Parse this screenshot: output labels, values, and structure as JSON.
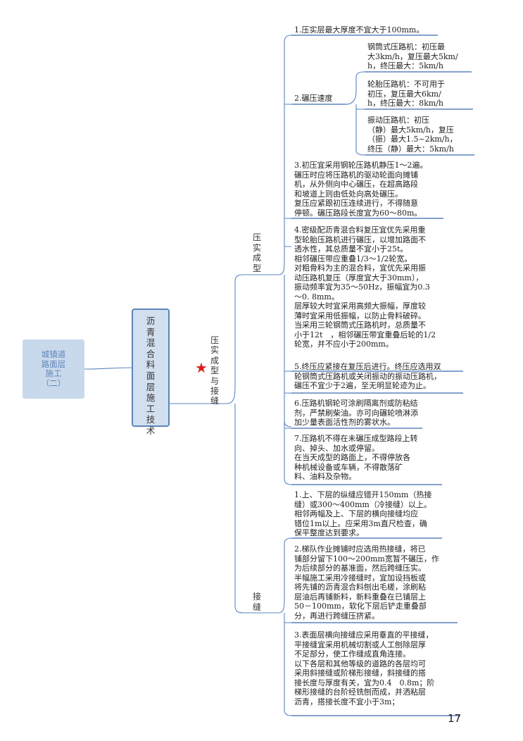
{
  "root": {
    "label": "城镇道\n路面层\n施工\n（二）"
  },
  "main": {
    "label": "沥青混合料面层施工技术"
  },
  "branch": {
    "label": "压实成型与接缝"
  },
  "groups": {
    "compaction": {
      "label": "压实成型"
    },
    "joints": {
      "label": "接缝"
    }
  },
  "nodes": {
    "n1": "1.压实层最大厚度不宜大于100mm。",
    "n2": "2.碾压速度",
    "n2a": "钢筒式压路机：初压最\n大3km/h，复压最大5km/\nh，终压最大：5km/h",
    "n2b": "轮胎压路机：不可用于\n初压，复压最大6km/\nh，终压最大：8km/h",
    "n2c": "振动压路机：初压\n（静）最大5km/h，复压\n（振）最大1.5~2km/h，\n终压（静）最大：5km/h",
    "n3": "3.初压宜采用钢轮压路机静压1～2遍。\n碾压时应将压路机的驱动轮面向摊铺\n机，从外侧向中心碾压，在超高路段\n和坡道上则由低处向高处碾压。\n复压应紧跟初压连续进行，不得随意\n停顿。碾压路段长度宜为60～80m。",
    "n4": "4.密级配沥青混合料复压宜优先采用重\n型轮胎压路机进行碾压，以增加路面不\n透水性，其总质量不宜小于25t。\n相邻碾压带应重叠1/3～1/2轮宽。\n对粗骨料为主的混合料，宜优先采用振\n动压路机复压（厚度宜大于30mm），\n振动频率宜为35～50Hz，振幅宜为0.3\n～0. 8mm。\n层厚较大时宜采用高频大振幅，厚度较\n薄时宜采用低振幅，以防止骨料破碎。\n当采用三轮钢筒式压路机时，总质量不\n小于12t　，相邻碾压带宜重叠后轮的1/2\n轮宽，并不应小于200mm。",
    "n5": "5.终压应紧接在复压后进行。终压应选用双\n轮钢筒式压路机或关闭振动的振动压路机，\n碾压不宜少于2遍，至无明显轮迹为止。",
    "n6": "6.压路机钢轮可涂刷隔离剂或防粘结\n剂，严禁刷柴油。亦可向碾轮喷淋添\n加少量表面活性剂的雾状水。",
    "n7": "7.压路机不得在未碾压成型路段上转\n向、掉头、加水或停留。\n在当天成型的路面上，不得停放各\n种机械设备或车辆，不得散落矿\n料、油料及杂物。",
    "j1": "1.上、下层的纵缝应错开150mm（热接\n缝）或300～400mm（冷接缝）以上。\n相邻两幅及上、下层的横向接缝均应\n错位1m以上。应采用3m直尺检查，确\n保平整度达到要求。",
    "j2": "2.梯队作业摊铺时应选用热接缝，将已\n铺部分留下100～200mm宽暂不碾压，作\n为后续部分的基准面，然后跨缝压实。\n半幅施工采用冷接缝时，宜加设挡板或\n将先铺的沥青混合料刨出毛槎，涂刷粘\n层油后再铺新料，新料重叠在已铺层上\n50－100mm，软化下层后铲走重叠部\n分，再进行跨缝压挤紧。",
    "j3": "3.表面层横向接缝应采用垂直的平接缝，\n平接缝宜采用机械切割或人工刨除层厚\n不足部分，使工作缝成直角连接。\n以下各层和其他等级的道路的各层均可\n采用斜接缝或阶梯形接缝，斜接缝的搭\n接长度与厚度有关，宜为0.4　0.8m；阶\n梯形接缝的台阶经铣刨而成，并洒粘层\n沥青，搭接长度不宜小于3m；"
  },
  "page_number": "17",
  "colors": {
    "line": "#5b84bf",
    "root_fill": "#c9d9ec",
    "main_fill": "#d2dfee",
    "star": "#d61f1f"
  },
  "icons": {
    "star": "star-icon"
  }
}
